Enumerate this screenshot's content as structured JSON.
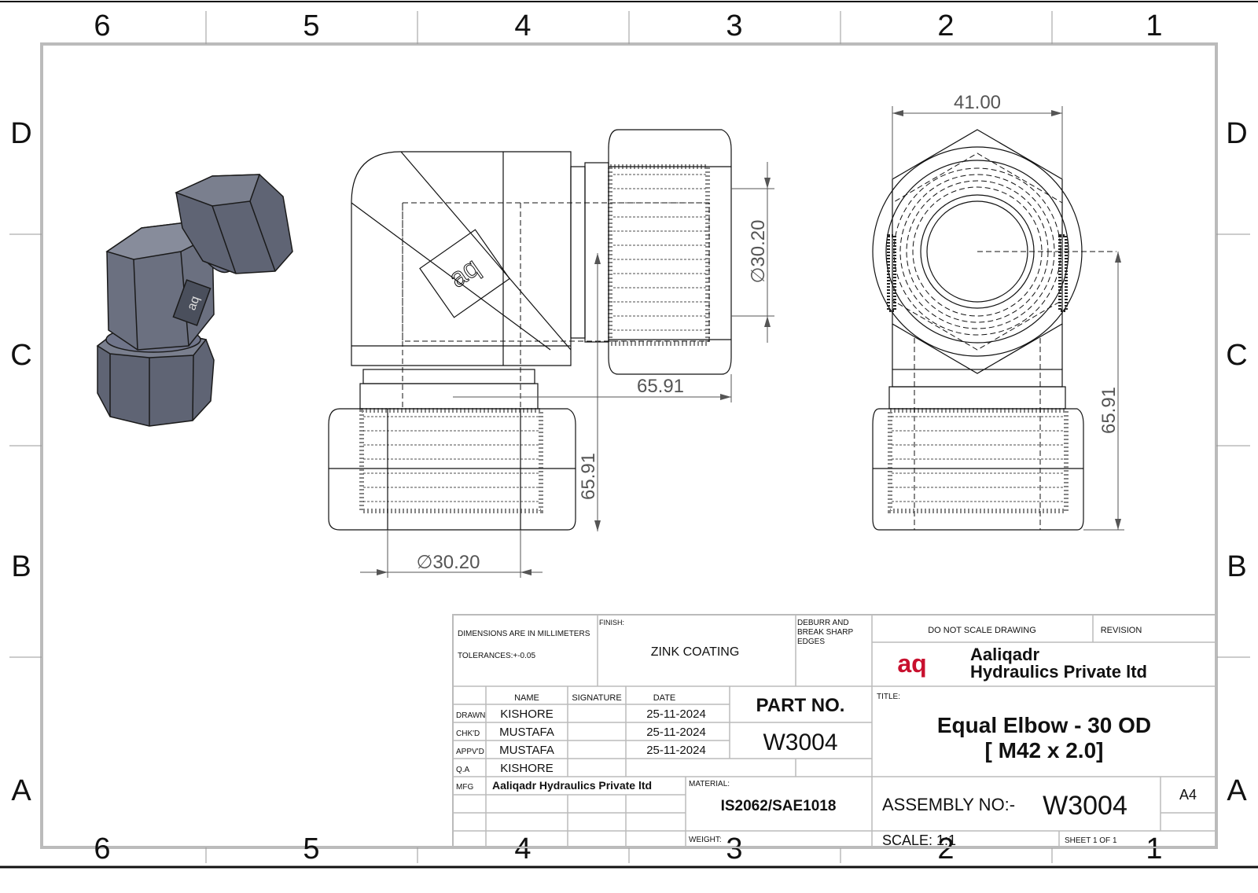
{
  "zones": {
    "columns": [
      "6",
      "5",
      "4",
      "3",
      "2",
      "1"
    ],
    "rows": [
      "D",
      "C",
      "B",
      "A"
    ]
  },
  "dimensions": {
    "width_hex": "41.00",
    "bore_front": "∅30.20",
    "bore_bottom": "∅30.20",
    "length_horizontal": "65.91",
    "height_front": "65.91",
    "height_side": "65.91"
  },
  "title_block": {
    "dimensions_note": "DIMENSIONS ARE IN MILLIMETERS",
    "tolerances": "TOLERANCES:+-0.05",
    "finish_label": "FINISH:",
    "finish_value": "ZINK COATING",
    "deburr": [
      "DEBURR AND",
      "BREAK SHARP",
      "EDGES"
    ],
    "do_not_scale": "DO NOT SCALE DRAWING",
    "revision_label": "REVISION",
    "company_logo": "aq",
    "company_line1": "Aaliqadr",
    "company_line2": "Hydraulics Private ltd",
    "col_name": "NAME",
    "col_signature": "SIGNATURE",
    "col_date": "DATE",
    "rows": [
      {
        "role": "DRAWN",
        "name": "KISHORE",
        "date": "25-11-2024"
      },
      {
        "role": "CHK'D",
        "name": "MUSTAFA",
        "date": "25-11-2024"
      },
      {
        "role": "APPV'D",
        "name": "MUSTAFA",
        "date": "25-11-2024"
      },
      {
        "role": "Q.A",
        "name": "KISHORE",
        "date": ""
      }
    ],
    "mfg_label": "MFG",
    "mfg_value": "Aaliqadr Hydraulics Private ltd",
    "part_no_label": "PART NO.",
    "part_no_value": "W3004",
    "title_label": "TITLE:",
    "title_line1": "Equal Elbow - 30 OD",
    "title_line2": "[ M42 x 2.0]",
    "material_label": "MATERIAL:",
    "material_value": "IS2062/SAE1018",
    "weight_label": "WEIGHT:",
    "assembly_label": "ASSEMBLY NO:-",
    "assembly_value": "W3004",
    "size": "A4",
    "scale": "SCALE: 1:1",
    "sheet": "SHEET 1 OF 1"
  },
  "colors": {
    "logo_red": "#c8102e",
    "render_body": "#6b7080",
    "frame": "#bbbbbb"
  }
}
